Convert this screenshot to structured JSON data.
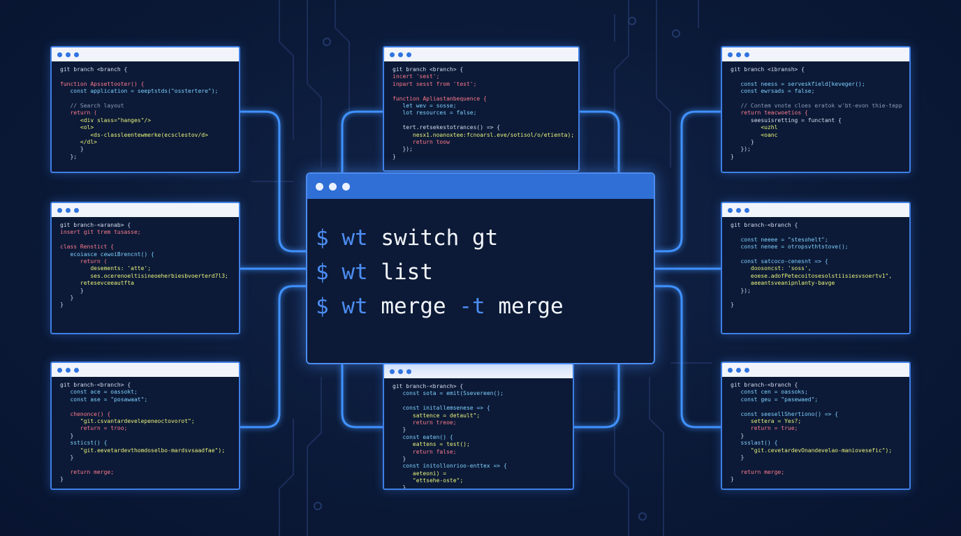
{
  "colors": {
    "background": "#0b1a38",
    "accent": "#3f7fe6",
    "titlebar": "#f1f4fb",
    "main_titlebar": "#2f6fd6",
    "prompt": "#4d8df2",
    "keyword": "#ff7a8c",
    "function": "#7fd0ff",
    "string": "#e9f27a",
    "comment": "#8a9bb8"
  },
  "icons": [
    "window-dot-icon"
  ],
  "main_terminal": {
    "commands": [
      {
        "prompt": "$",
        "tool": "wt",
        "rest": "switch gt",
        "flag": "",
        "tail": ""
      },
      {
        "prompt": "$",
        "tool": "wt",
        "rest": "list",
        "flag": "",
        "tail": ""
      },
      {
        "prompt": "$",
        "tool": "wt",
        "rest": "merge",
        "flag": "-t",
        "tail": "merge"
      }
    ]
  },
  "windows": {
    "top_left": {
      "lines": [
        {
          "t": "git branch <branch {",
          "c": "c-txt"
        },
        {
          "t": "",
          "c": "c-txt"
        },
        {
          "t": "function Apssettooter() {",
          "c": "c-kw"
        },
        {
          "t": "   const application = seeptstds(\"osstertere\");",
          "c": "c-fn"
        },
        {
          "t": "",
          "c": "c-txt"
        },
        {
          "t": "   // Search layout",
          "c": "c-com"
        },
        {
          "t": "   return (",
          "c": "c-kw"
        },
        {
          "t": "      <div slass=\"hanges\"/>",
          "c": "c-str"
        },
        {
          "t": "      <ol>",
          "c": "c-str"
        },
        {
          "t": "         <ds-classleentewmerke(ecsclestov/d>",
          "c": "c-str"
        },
        {
          "t": "      </dl>",
          "c": "c-str"
        },
        {
          "t": "      }",
          "c": "c-txt"
        },
        {
          "t": "   };",
          "c": "c-txt"
        }
      ]
    },
    "top_center": {
      "lines": [
        {
          "t": "git branch <branch> {",
          "c": "c-txt"
        },
        {
          "t": "incert 'sest';",
          "c": "c-kw"
        },
        {
          "t": "inpart sesst from 'test';",
          "c": "c-kw"
        },
        {
          "t": "",
          "c": "c-txt"
        },
        {
          "t": "function Apliastanbequence {",
          "c": "c-kw"
        },
        {
          "t": "   let wev = sosse;",
          "c": "c-fn"
        },
        {
          "t": "   lot resources = false;",
          "c": "c-fn"
        },
        {
          "t": "",
          "c": "c-txt"
        },
        {
          "t": "   tert.retsekestotrances() => {",
          "c": "c-txt"
        },
        {
          "t": "      nesx1.noanoxtee:fcnoarsl.eve/sotisol/o/etienta);",
          "c": "c-str"
        },
        {
          "t": "      return toow",
          "c": "c-kw"
        },
        {
          "t": "   });",
          "c": "c-txt"
        },
        {
          "t": "}",
          "c": "c-txt"
        }
      ]
    },
    "top_right": {
      "lines": [
        {
          "t": "git branch <ibransh> {",
          "c": "c-txt"
        },
        {
          "t": "",
          "c": "c-txt"
        },
        {
          "t": "   const neess = serveskfield[keveger();",
          "c": "c-fn"
        },
        {
          "t": "   const ewrsads = false;",
          "c": "c-fn"
        },
        {
          "t": "",
          "c": "c-txt"
        },
        {
          "t": "   // Contem vnote cloes eratok w'bt-evon thie-tepp",
          "c": "c-com"
        },
        {
          "t": "   return teacwoetios {",
          "c": "c-kw"
        },
        {
          "t": "      seesuisretting = functant {",
          "c": "c-txt"
        },
        {
          "t": "         <uzhl",
          "c": "c-str"
        },
        {
          "t": "         <oanc",
          "c": "c-str"
        },
        {
          "t": "      }",
          "c": "c-txt"
        },
        {
          "t": "   });",
          "c": "c-txt"
        },
        {
          "t": "}",
          "c": "c-txt"
        }
      ]
    },
    "mid_left": {
      "lines": [
        {
          "t": "git branch-<aranab> {",
          "c": "c-txt"
        },
        {
          "t": "insert git trem tusasse;",
          "c": "c-kw"
        },
        {
          "t": "",
          "c": "c-txt"
        },
        {
          "t": "class Renstict {",
          "c": "c-kw"
        },
        {
          "t": "   ecoiasce cewoiBrencnt() {",
          "c": "c-fn"
        },
        {
          "t": "      return (",
          "c": "c-kw"
        },
        {
          "t": "         desements: 'atte';",
          "c": "c-str"
        },
        {
          "t": "         ses.ocerenoeltisineoeherbiesbvoerterd7l3;",
          "c": "c-str"
        },
        {
          "t": "      retesevceeautfta",
          "c": "c-str"
        },
        {
          "t": "      }",
          "c": "c-txt"
        },
        {
          "t": "   }",
          "c": "c-txt"
        },
        {
          "t": "}",
          "c": "c-txt"
        }
      ]
    },
    "mid_right": {
      "lines": [
        {
          "t": "git branch-<branch {",
          "c": "c-txt"
        },
        {
          "t": "",
          "c": "c-txt"
        },
        {
          "t": "   const neeee = \"stesohelt\";",
          "c": "c-fn"
        },
        {
          "t": "   const nenee = otropsvthtstove();",
          "c": "c-fn"
        },
        {
          "t": "",
          "c": "c-txt"
        },
        {
          "t": "   const satcoco-cenesnt => {",
          "c": "c-fn"
        },
        {
          "t": "      doosoncst: 'soss',",
          "c": "c-str"
        },
        {
          "t": "      eoese.adofPetecoitosesolstiisiesvsoertv1\",",
          "c": "c-str"
        },
        {
          "t": "      aeeantsveanipnlanty-bavge",
          "c": "c-str"
        },
        {
          "t": "   });",
          "c": "c-txt"
        },
        {
          "t": "",
          "c": "c-txt"
        },
        {
          "t": "}",
          "c": "c-txt"
        }
      ]
    },
    "bottom_left": {
      "lines": [
        {
          "t": "git branch-<branch> {",
          "c": "c-txt"
        },
        {
          "t": "   const ace = oassokt;",
          "c": "c-fn"
        },
        {
          "t": "   const ase = \"posawaat\";",
          "c": "c-fn"
        },
        {
          "t": "",
          "c": "c-txt"
        },
        {
          "t": "   chenonce() {",
          "c": "c-kw"
        },
        {
          "t": "      \"git.csvantardevelepeneoctovorot\";",
          "c": "c-str"
        },
        {
          "t": "      return = troo;",
          "c": "c-kw"
        },
        {
          "t": "   }",
          "c": "c-txt"
        },
        {
          "t": "   ssticst() {",
          "c": "c-fn"
        },
        {
          "t": "      \"git.eevetardevthomdoselbo-mardsvsaadfae\");",
          "c": "c-str"
        },
        {
          "t": "   }",
          "c": "c-txt"
        },
        {
          "t": "",
          "c": "c-txt"
        },
        {
          "t": "   return merge;",
          "c": "c-kw"
        },
        {
          "t": "}",
          "c": "c-txt"
        }
      ]
    },
    "bottom_center": {
      "lines": [
        {
          "t": "git branch-<branch> {",
          "c": "c-txt"
        },
        {
          "t": "   const sota = emit(Ssevereen();",
          "c": "c-fn"
        },
        {
          "t": "",
          "c": "c-txt"
        },
        {
          "t": "   const initallemsenese => {",
          "c": "c-fn"
        },
        {
          "t": "      sattence = detault\";",
          "c": "c-str"
        },
        {
          "t": "      return treoe;",
          "c": "c-kw"
        },
        {
          "t": "   }",
          "c": "c-txt"
        },
        {
          "t": "   const eaten() {",
          "c": "c-fn"
        },
        {
          "t": "      eattens = test();",
          "c": "c-str"
        },
        {
          "t": "      return false;",
          "c": "c-kw"
        },
        {
          "t": "   }",
          "c": "c-txt"
        },
        {
          "t": "   const initollonrioo-enttex => {",
          "c": "c-fn"
        },
        {
          "t": "      aeteoni) =",
          "c": "c-str"
        },
        {
          "t": "      \"ettsehe-oste\";",
          "c": "c-str"
        },
        {
          "t": "   }",
          "c": "c-txt"
        }
      ]
    },
    "bottom_right": {
      "lines": [
        {
          "t": "git branch-<branch {",
          "c": "c-txt"
        },
        {
          "t": "   const cen = oassoks;",
          "c": "c-fn"
        },
        {
          "t": "   const geu = \"pasewaed\";",
          "c": "c-fn"
        },
        {
          "t": "",
          "c": "c-txt"
        },
        {
          "t": "   const seesellShertiono() => {",
          "c": "c-fn"
        },
        {
          "t": "      settera = Yes?;",
          "c": "c-str"
        },
        {
          "t": "      return = true;",
          "c": "c-kw"
        },
        {
          "t": "   }",
          "c": "c-txt"
        },
        {
          "t": "   ssslast() {",
          "c": "c-fn"
        },
        {
          "t": "      \"git.cevetardevOnandevelao-maniovesefic\");",
          "c": "c-str"
        },
        {
          "t": "   }",
          "c": "c-txt"
        },
        {
          "t": "",
          "c": "c-txt"
        },
        {
          "t": "   return merge;",
          "c": "c-kw"
        },
        {
          "t": "}",
          "c": "c-txt"
        }
      ]
    }
  }
}
